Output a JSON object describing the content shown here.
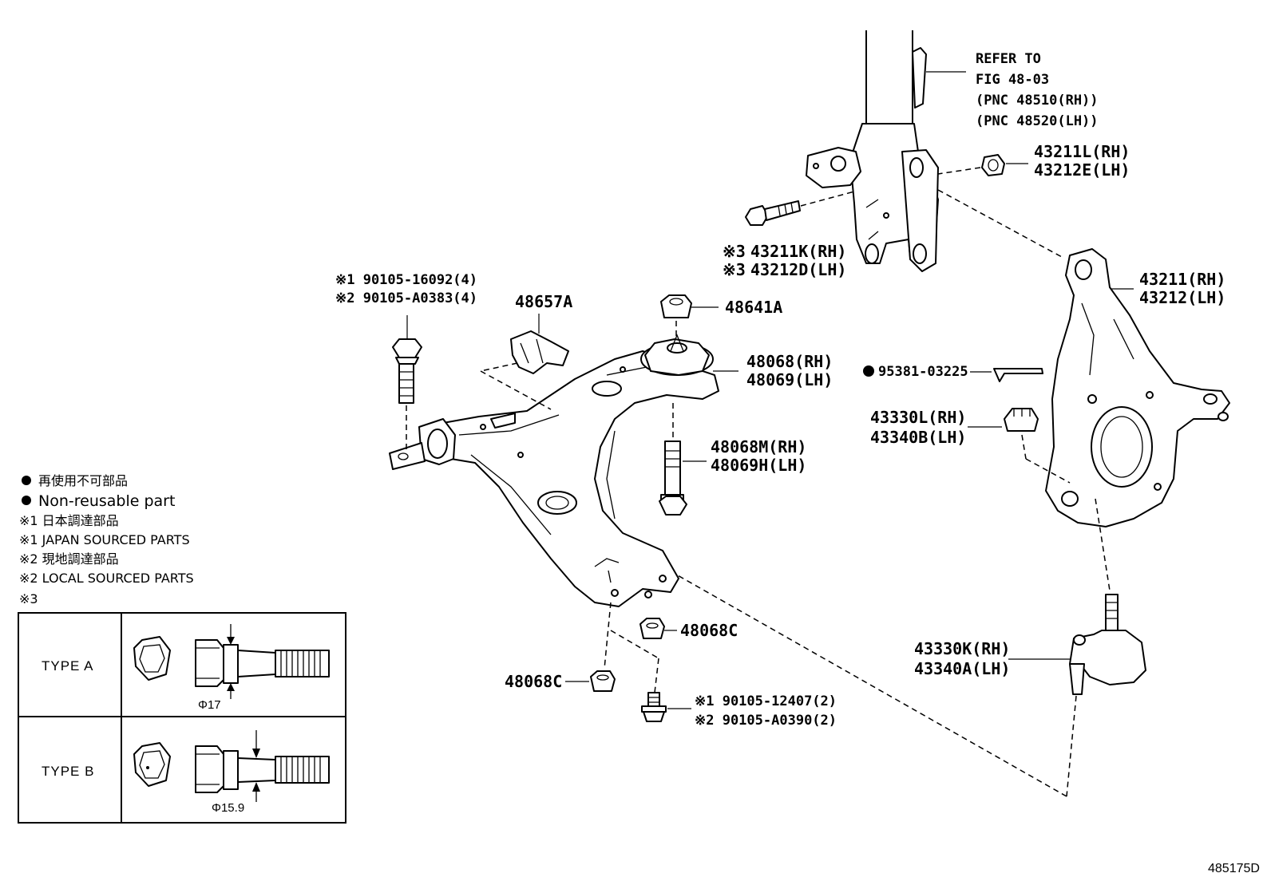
{
  "strut_ref": {
    "line1": "REFER TO",
    "line2": "FIG 48-03",
    "line3": "(PNC 48510(RH))",
    "line4": "(PNC 48520(LH))"
  },
  "labels": {
    "nut_43211L_rh": "43211L(RH)",
    "nut_43212E_lh": "43212E(LH)",
    "bolt_43211K_rh": "43211K(RH)",
    "bolt_43212D_lh": "43212D(LH)",
    "mark3_a": "※3",
    "mark3_b": "※3",
    "knuckle_43211_rh": "43211(RH)",
    "knuckle_43212_lh": "43212(LH)",
    "bolt_90105_16092": "※1 90105-16092(4)",
    "bolt_90105_A0383": "※2 90105-A0383(4)",
    "cover_48657A": "48657A",
    "nut_48641A": "48641A",
    "bushing_48068_rh": "48068(RH)",
    "bushing_48069_lh": "48069(LH)",
    "pin_95381": "95381-03225",
    "nut_43330L_rh": "43330L(RH)",
    "nut_43340B_lh": "43340B(LH)",
    "bolt_48068M_rh": "48068M(RH)",
    "bolt_48069H_lh": "48069H(LH)",
    "nut_48068C_a": "48068C",
    "nut_48068C_b": "48068C",
    "bolt_90105_12407": "※1 90105-12407(2)",
    "bolt_90105_A0390": "※2 90105-A0390(2)",
    "balljoint_43330K_rh": "43330K(RH)",
    "balljoint_43340A_lh": "43340A(LH)"
  },
  "legend": {
    "non_reusable_jp": "再使用不可部品",
    "non_reusable_en": "Non-reusable part",
    "mark1_jp": "※1 日本調達部品",
    "mark1_en": "※1 JAPAN SOURCED PARTS",
    "mark2_jp": "※2 現地調達部品",
    "mark2_en": "※2 LOCAL SOURCED PARTS",
    "mark3": "※3"
  },
  "types": {
    "type_a": "TYPE A",
    "type_a_dim": "Φ17",
    "type_b": "TYPE B",
    "type_b_dim": "Φ15.9"
  },
  "figure_id": "485175D",
  "colors": {
    "ink": "#000000",
    "paper": "#ffffff"
  }
}
